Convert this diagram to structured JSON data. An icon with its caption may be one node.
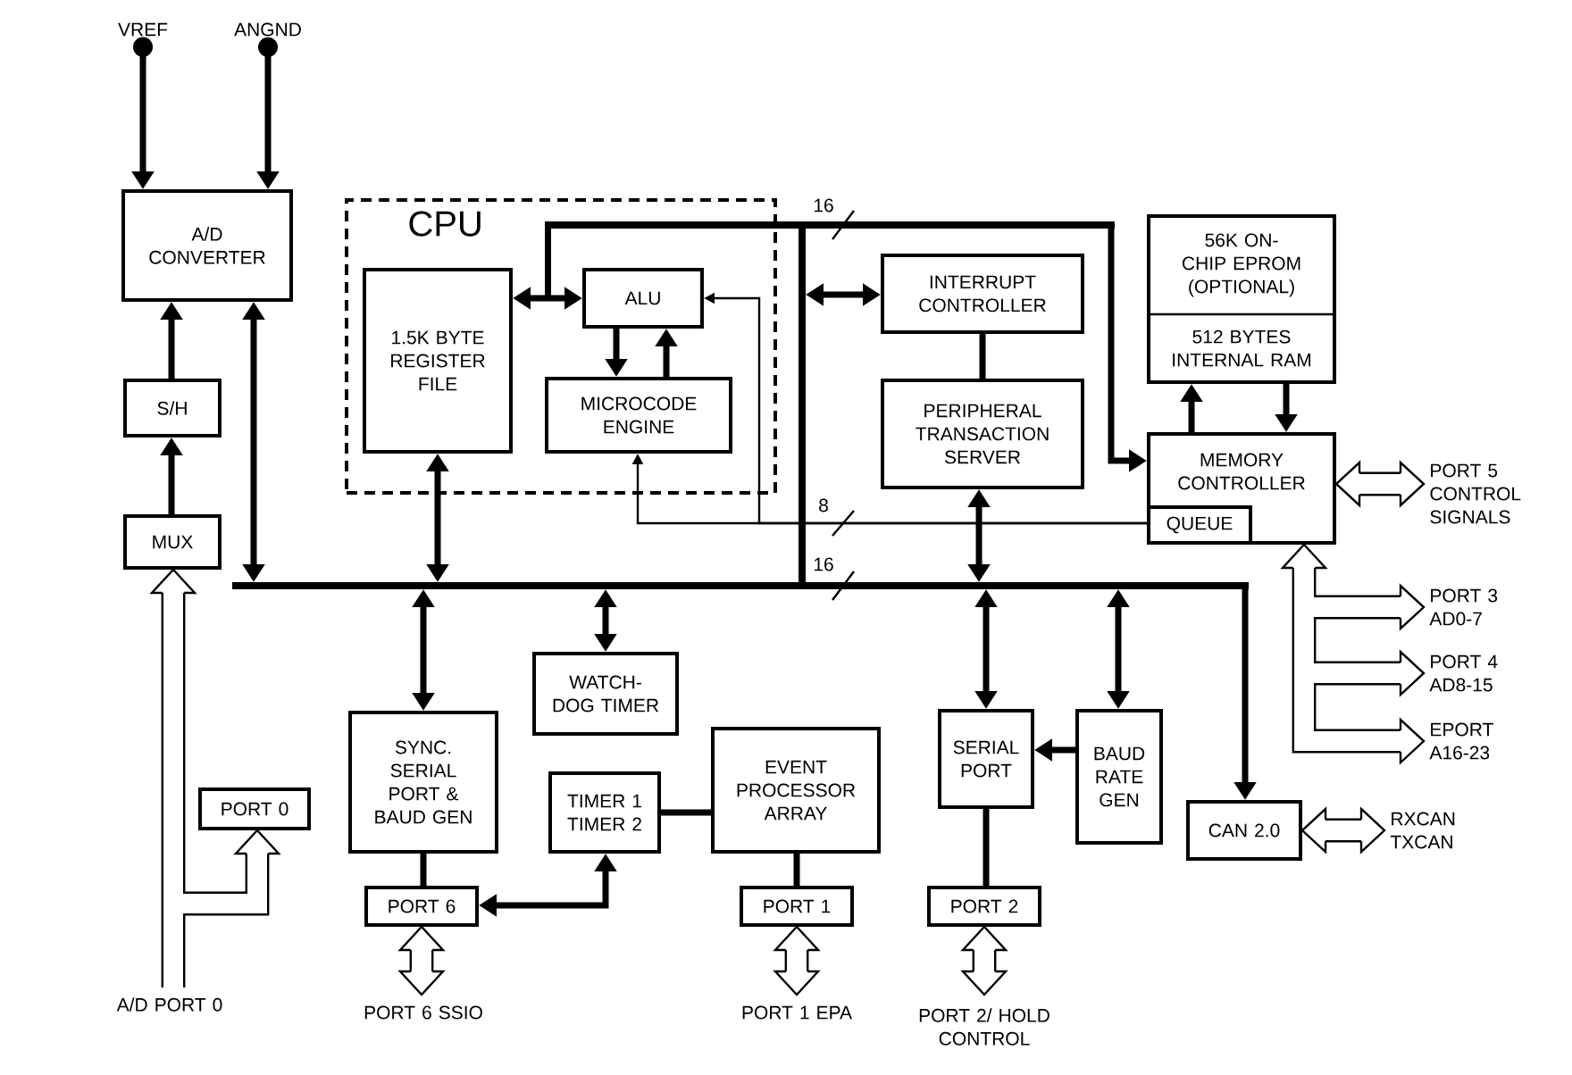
{
  "diagram": {
    "nodes": [
      {
        "text": [
          "VREF"
        ]
      },
      {
        "text": [
          "ANGND"
        ]
      },
      {
        "text": [
          "A/D CONVERTER"
        ]
      },
      {
        "text": [
          "CPU"
        ]
      },
      {
        "text": [
          "1.5K BYTE REGISTER FILE"
        ],
        "in": 3
      },
      {
        "text": [
          "ALU"
        ],
        "in": 3
      },
      {
        "text": [
          "MICROCODE ENGINE"
        ],
        "in": 3
      },
      {
        "text": [],
        "shape": "bar"
      },
      {
        "text": [
          "INTERRUPT CONTROLLER"
        ]
      },
      {
        "text": [
          "56K ON-CHIP EPROM (OPTIONAL)",
          "512 BYTES INTERNAL RAM"
        ]
      },
      {
        "text": [],
        "shape": "bar"
      },
      {
        "text": [
          "PERIPHERAL TRANSACTION SERVER"
        ]
      },
      {
        "text": [
          "S/H"
        ]
      },
      {
        "text": [
          "MEMORY CONTROLLER"
        ]
      },
      {
        "text": [
          "QUEUE"
        ],
        "in": 13
      },
      {
        "text": [
          "PORT 5 CONTROL SIGNALS"
        ]
      },
      {
        "text": [
          "MUX"
        ]
      },
      {
        "text": [],
        "shape": "bar"
      },
      {
        "text": [
          "PORT 3 AD0-7"
        ]
      },
      {
        "text": [
          "PORT 4 AD8-15"
        ]
      },
      {
        "text": [
          "WATCH-DOG TIMER"
        ]
      },
      {
        "text": [
          "EPORT A16-23"
        ]
      },
      {
        "text": [
          "SYNC. SERIAL PORT & BAUD GEN"
        ]
      },
      {
        "text": [
          "SERIAL PORT"
        ]
      },
      {
        "text": [
          "BAUD RATE GEN"
        ]
      },
      {
        "text": [
          "EVENT PROCESSOR ARRAY"
        ]
      },
      {
        "text": [
          "PORT 0"
        ]
      },
      {
        "text": [
          "TIMER 1 TIMER 2"
        ]
      },
      {
        "text": [
          "CAN 2.0"
        ]
      },
      {
        "text": [
          "RXCAN TXCAN"
        ]
      },
      {
        "text": [
          "PORT 6"
        ]
      },
      {
        "text": [
          "PORT 1"
        ]
      },
      {
        "text": [
          "PORT 2"
        ]
      },
      {
        "text": [
          "A/D PORT 0"
        ]
      },
      {
        "text": [
          "PORT 6 SSIO"
        ]
      },
      {
        "text": [
          "PORT 1 EPA"
        ]
      },
      {
        "text": [
          "PORT 2/ HOLD CONTROL"
        ]
      }
    ],
    "edges": [
      {
        "from": 0,
        "to": 2,
        "arrow": "to"
      },
      {
        "from": 1,
        "to": 2,
        "arrow": "to"
      },
      {
        "from": 12,
        "to": 2,
        "arrow": "to"
      },
      {
        "from": 16,
        "to": 12,
        "arrow": "to"
      },
      {
        "from": 2,
        "to": 17,
        "arrow": "both"
      },
      {
        "from": 4,
        "to": 5,
        "arrow": "both"
      },
      {
        "from": 5,
        "to": 6,
        "arrow": "to"
      },
      {
        "from": 6,
        "to": 5,
        "arrow": "to"
      },
      {
        "from": 14,
        "to": 6,
        "arrow": "to",
        "label": "8"
      },
      {
        "from": 14,
        "to": 5,
        "arrow": "to"
      },
      {
        "from": 7,
        "to": 13,
        "arrow": "to"
      },
      {
        "from": 8,
        "to": 10,
        "arrow": "both"
      },
      {
        "from": 8,
        "to": 11,
        "arrow": "none"
      },
      {
        "from": 11,
        "to": 17,
        "arrow": "both"
      },
      {
        "from": 13,
        "to": 9,
        "arrow": "to"
      },
      {
        "from": 9,
        "to": 13,
        "arrow": "to"
      },
      {
        "from": 13,
        "to": 15,
        "arrow": "both",
        "style": "thick"
      },
      {
        "from": 13,
        "to": 18,
        "arrow": "both",
        "style": "thick"
      },
      {
        "from": 13,
        "to": 19,
        "arrow": "both",
        "style": "thick"
      },
      {
        "from": 13,
        "to": 21,
        "arrow": "both",
        "style": "thick"
      },
      {
        "from": 4,
        "to": 17,
        "arrow": "both"
      },
      {
        "from": 17,
        "to": 20,
        "arrow": "both"
      },
      {
        "from": 17,
        "to": 22,
        "arrow": "both"
      },
      {
        "from": 17,
        "to": 23,
        "arrow": "both"
      },
      {
        "from": 17,
        "to": 24,
        "arrow": "both"
      },
      {
        "from": 17,
        "to": 28,
        "arrow": "to"
      },
      {
        "from": 24,
        "to": 23,
        "arrow": "to"
      },
      {
        "from": 28,
        "to": 29,
        "arrow": "both",
        "style": "thick"
      },
      {
        "from": 22,
        "to": 30,
        "arrow": "none"
      },
      {
        "from": 27,
        "to": 30,
        "arrow": "both"
      },
      {
        "from": 27,
        "to": 25,
        "arrow": "none"
      },
      {
        "from": 25,
        "to": 31,
        "arrow": "none"
      },
      {
        "from": 23,
        "to": 32,
        "arrow": "none"
      },
      {
        "from": 33,
        "to": 16,
        "arrow": "to",
        "style": "thick"
      },
      {
        "from": 33,
        "to": 26,
        "arrow": "to",
        "style": "thick"
      },
      {
        "from": 30,
        "to": 34,
        "arrow": "both",
        "style": "thick"
      },
      {
        "from": 31,
        "to": 35,
        "arrow": "both",
        "style": "thick"
      },
      {
        "from": 32,
        "to": 36,
        "arrow": "both",
        "style": "thick"
      }
    ],
    "labels": [
      "16",
      "16"
    ]
  }
}
